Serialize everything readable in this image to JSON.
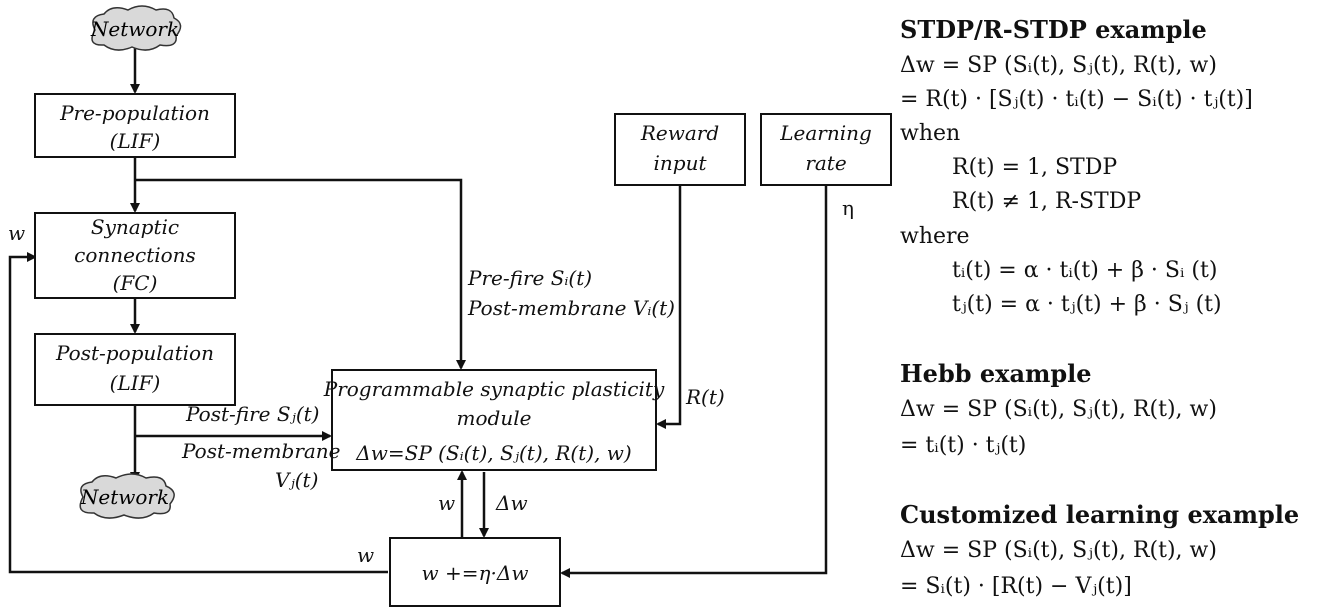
{
  "clouds": {
    "top": "Network",
    "bottom": "Network"
  },
  "boxes": {
    "pre_population": [
      "Pre-population",
      "(LIF)"
    ],
    "synaptic": [
      "Synaptic",
      "connections",
      "(FC)"
    ],
    "post_population": [
      "Post-population",
      "(LIF)"
    ],
    "reward": [
      "Reward",
      "input"
    ],
    "learning_rate": [
      "Learning",
      "rate"
    ],
    "plasticity": [
      "Programmable synaptic plasticity",
      "module",
      "Δw=SP (Sᵢ(t), Sⱼ(t), R(t), w)"
    ],
    "update": "w +=η·Δw"
  },
  "labels": {
    "w_left": "w",
    "eta": "η",
    "pre_fire": "Pre-fire Sᵢ(t)",
    "post_membrane_i": "Post-membrane Vᵢ(t)",
    "r_t": "R(t)",
    "post_fire": "Post-fire Sⱼ(t)",
    "post_membrane_j": "Post-membrane",
    "v_j": "Vⱼ(t)",
    "w_up": "w",
    "dw_down": "Δw",
    "w_bottom": "w"
  },
  "equations": {
    "stdp": {
      "heading": "STDP/R-STDP example",
      "lines": [
        "Δw = SP (Sᵢ(t), Sⱼ(t), R(t), w)",
        "= R(t) · [Sⱼ(t) · tᵢ(t) − Sᵢ(t) · tⱼ(t)]",
        "when",
        "R(t) = 1,   STDP",
        "R(t) ≠ 1,   R-STDP",
        "where",
        "tᵢ(t) = α · tᵢ(t) + β · Sᵢ (t)",
        "tⱼ(t) = α · tⱼ(t) + β · Sⱼ (t)"
      ]
    },
    "hebb": {
      "heading": "Hebb example",
      "lines": [
        "Δw = SP (Sᵢ(t), Sⱼ(t), R(t), w)",
        "= tᵢ(t) · tⱼ(t)"
      ]
    },
    "custom": {
      "heading": "Customized learning example",
      "lines": [
        "Δw = SP (Sᵢ(t), Sⱼ(t), R(t), w)",
        "= Sᵢ(t) · [R(t) − Vⱼ(t)]"
      ]
    }
  }
}
